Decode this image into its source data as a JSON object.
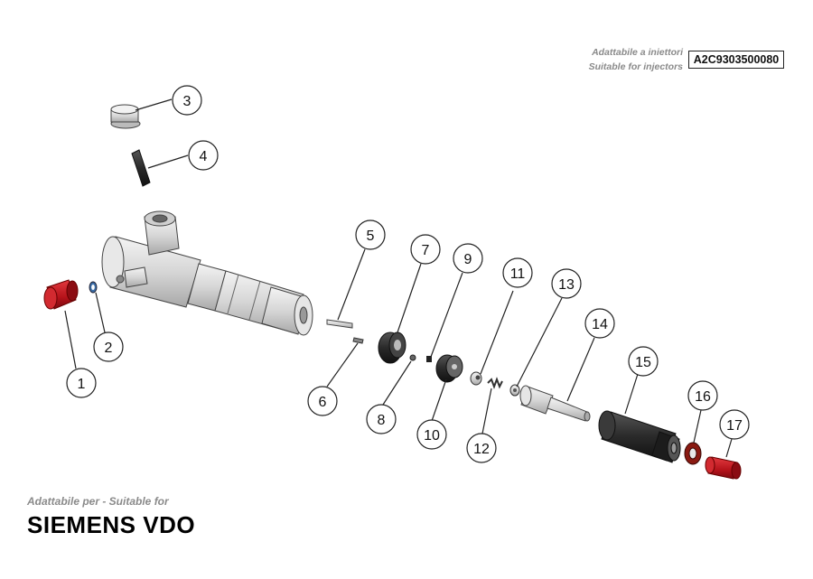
{
  "header": {
    "suitable_it": "Adattabile a iniettori",
    "suitable_en": "Suitable for injectors",
    "part_code": "A2C9303500080"
  },
  "footer": {
    "subtitle": "Adattabile per - Suitable for",
    "brand": "SIEMENS VDO"
  },
  "callouts": [
    "1",
    "2",
    "3",
    "4",
    "5",
    "6",
    "7",
    "8",
    "9",
    "10",
    "11",
    "12",
    "13",
    "14",
    "15",
    "16",
    "17"
  ],
  "colors": {
    "red_part": "#c0141c",
    "dark_part": "#2a2a2a",
    "steel": "#d9d9d9",
    "outline": "#333333"
  }
}
